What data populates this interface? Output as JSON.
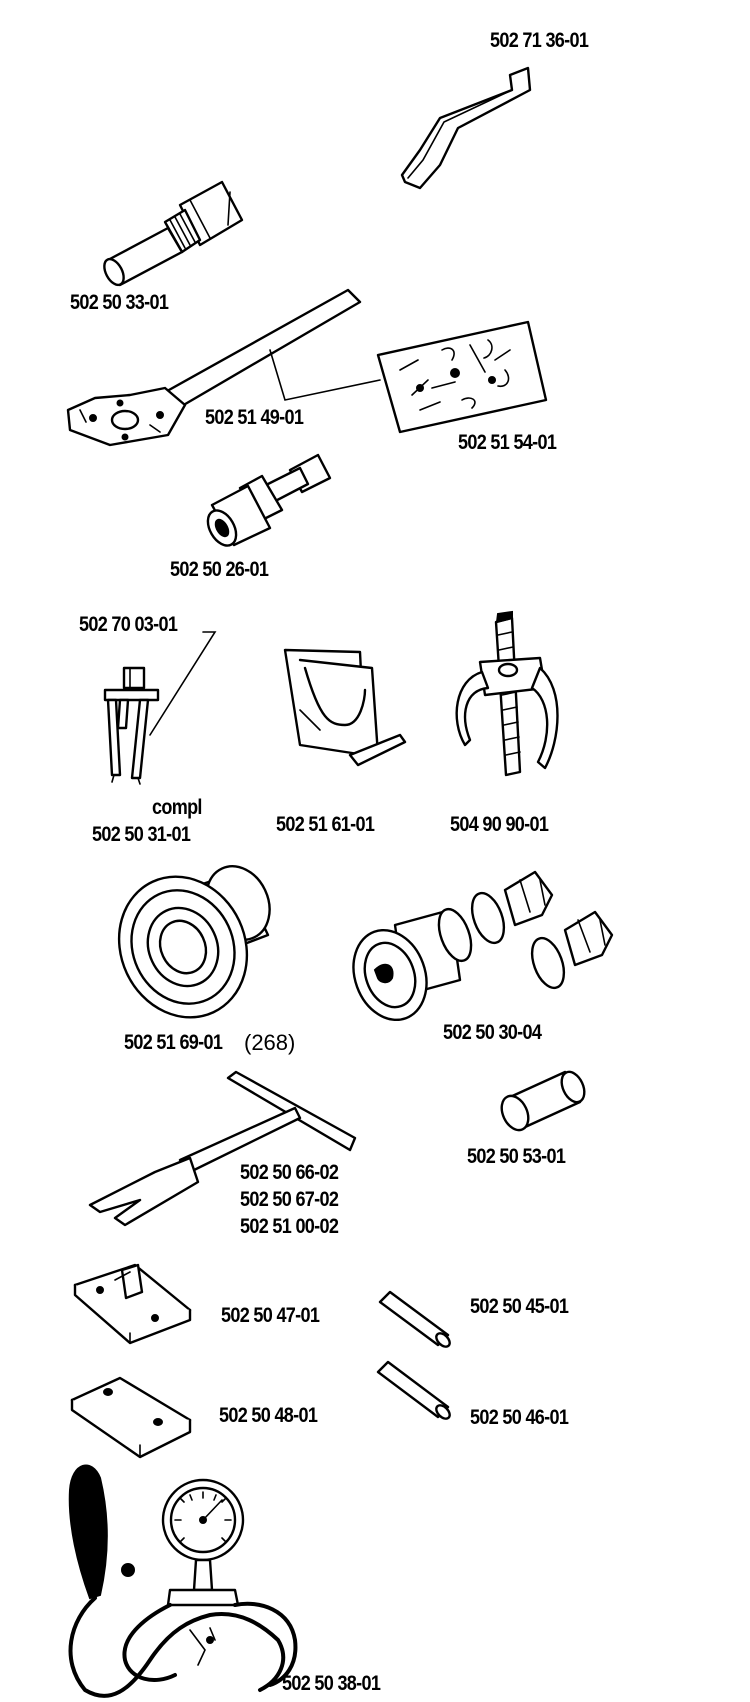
{
  "parts": [
    {
      "id": "p01",
      "label": "502 71 36-01"
    },
    {
      "id": "p02",
      "label": "502 50 33-01"
    },
    {
      "id": "p03",
      "label": "502 51 49-01"
    },
    {
      "id": "p04",
      "label": "502 51 54-01"
    },
    {
      "id": "p05",
      "label": "502 50 26-01"
    },
    {
      "id": "p06",
      "label": "502 70 03-01"
    },
    {
      "id": "p07",
      "label": "compl"
    },
    {
      "id": "p08",
      "label": "502 50 31-01"
    },
    {
      "id": "p09",
      "label": "502 51 61-01"
    },
    {
      "id": "p10",
      "label": "504 90 90-01"
    },
    {
      "id": "p11",
      "label": "502 51 69-01",
      "note": "(268)"
    },
    {
      "id": "p12",
      "label": "502 50 30-04"
    },
    {
      "id": "p13",
      "label": "502 50 53-01"
    },
    {
      "id": "p14",
      "label": "502 50 66-02"
    },
    {
      "id": "p15",
      "label": "502 50 67-02"
    },
    {
      "id": "p16",
      "label": "502 51 00-02"
    },
    {
      "id": "p17",
      "label": "502 50 47-01"
    },
    {
      "id": "p18",
      "label": "502 50 45-01"
    },
    {
      "id": "p19",
      "label": "502 50 48-01"
    },
    {
      "id": "p20",
      "label": "502 50 46-01"
    },
    {
      "id": "p21",
      "label": "502 50 38-01"
    }
  ]
}
